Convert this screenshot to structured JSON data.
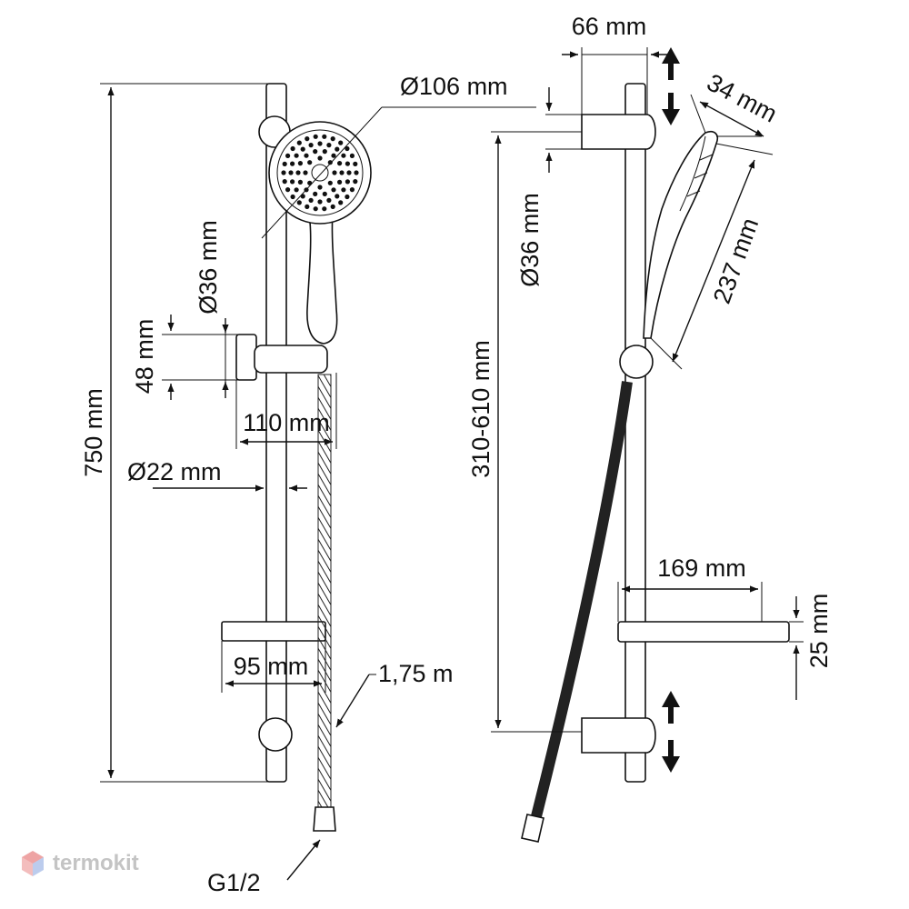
{
  "dimensions": {
    "left_view": {
      "height": "750 mm",
      "head_diameter": "106 mm",
      "holder_diameter": "36 mm",
      "holder_height": "48 mm",
      "holder_depth": "110 mm",
      "rail_diameter": "22 mm",
      "shelf_depth": "95 mm",
      "hose_length": "1,75 m",
      "thread": "G1/2"
    },
    "right_view": {
      "holder_offset": "66 mm",
      "head_thickness": "34 mm",
      "holder_diameter": "36 mm",
      "handle_length": "237 mm",
      "adjust_range": "310-610 mm",
      "shelf_length": "169 mm",
      "shelf_height": "25 mm"
    }
  },
  "symbols": {
    "diameter": "Ø"
  },
  "icons": {
    "logo": "termokit-cube-icon"
  },
  "watermark": {
    "text": "termokit"
  },
  "colors": {
    "line": "#111111",
    "watermark": "#c4c4c4",
    "logo_red": "#e05a5a",
    "logo_blue": "#6b8fd6"
  }
}
